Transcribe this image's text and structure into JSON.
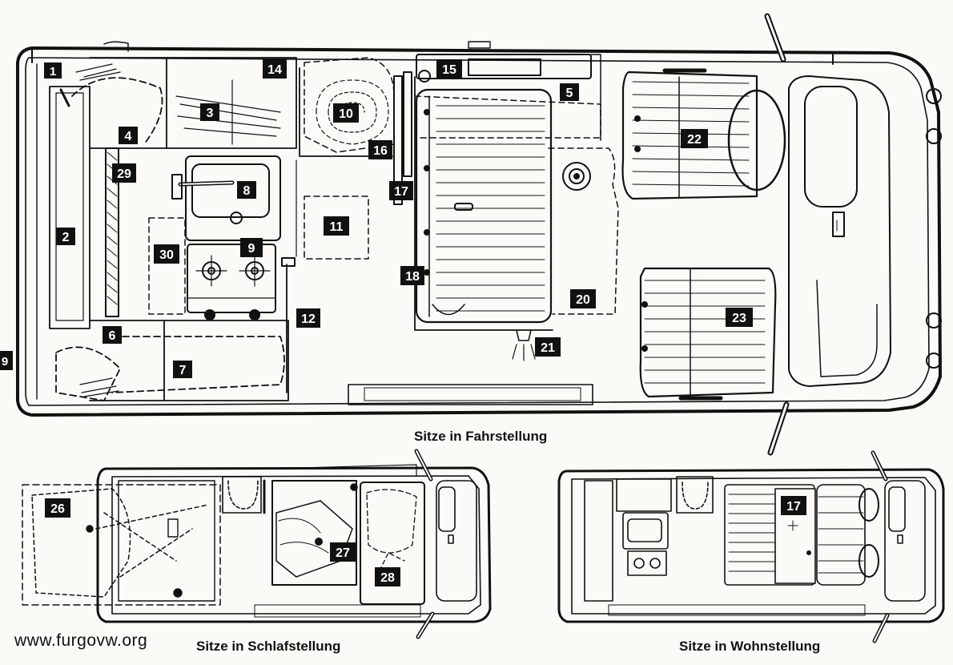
{
  "captions": {
    "main": "Sitze in Fahrstellung",
    "sleep": "Sitze in Schlafstellung",
    "living": "Sitze in Wohnstellung"
  },
  "watermark": "www.furgovw.org",
  "edge_label": "9",
  "main_labels": [
    "1",
    "2",
    "3",
    "4",
    "5",
    "6",
    "7",
    "8",
    "9",
    "10",
    "11",
    "12",
    "14",
    "15",
    "16",
    "17",
    "18",
    "20",
    "21",
    "22",
    "23",
    "29",
    "30"
  ],
  "sleep_labels": [
    "26",
    "27",
    "28"
  ],
  "living_labels": [
    "17"
  ],
  "colors": {
    "ink": "#111111",
    "paper": "#fbfaf6",
    "label_bg": "#111111",
    "label_fg": "#ffffff"
  }
}
